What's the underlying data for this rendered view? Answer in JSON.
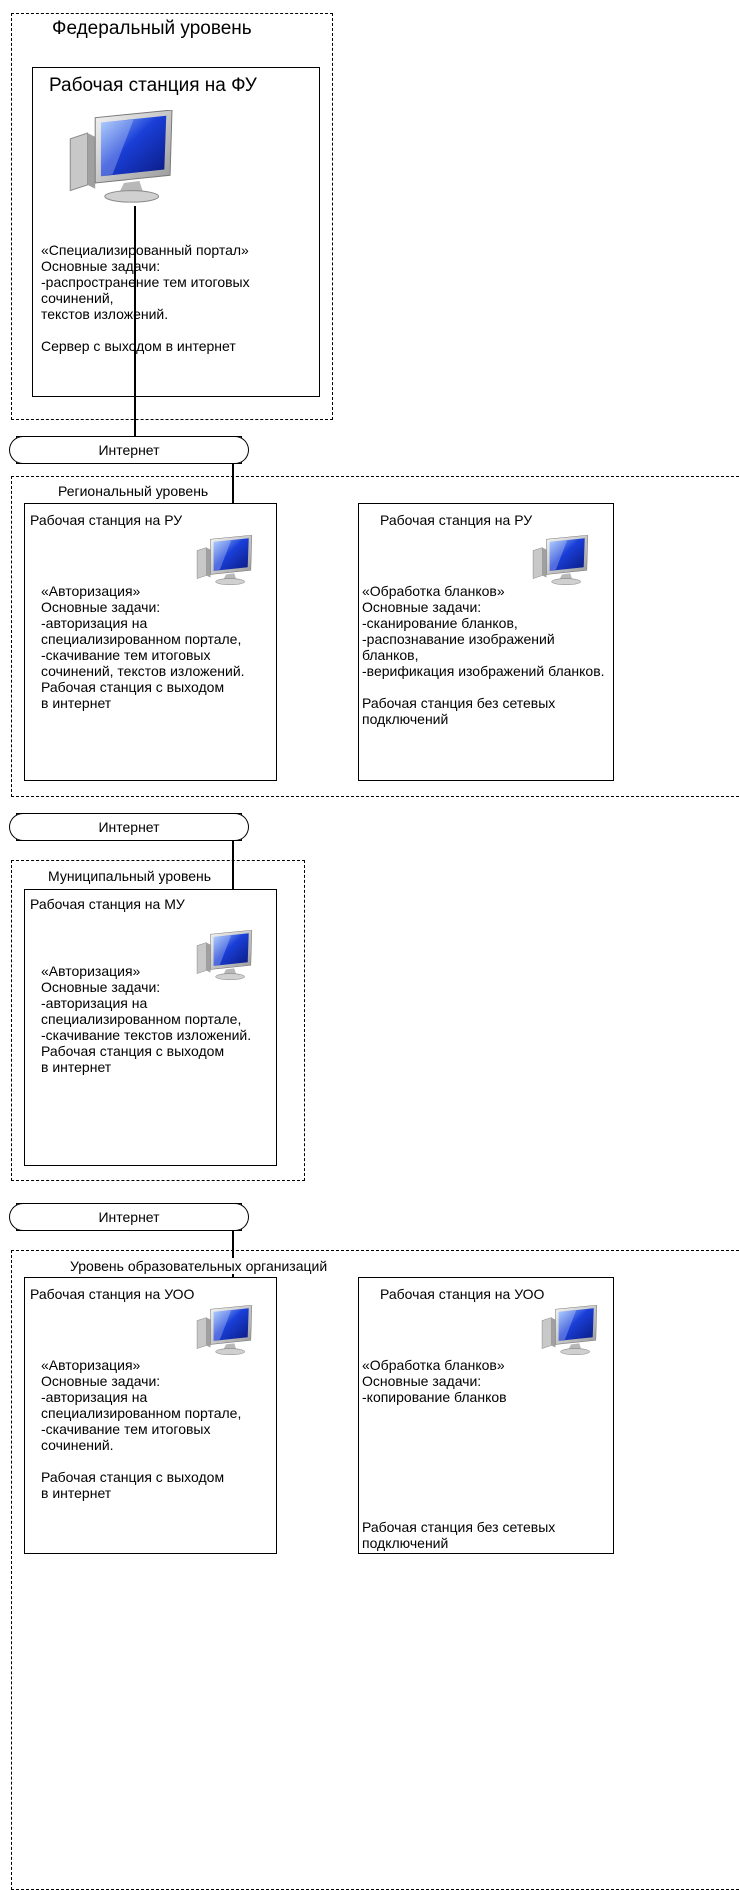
{
  "federal": {
    "title": "Федеральный уровень",
    "ws_title": "Рабочая станция на ФУ",
    "text": "«Специализированный портал»\nОсновные задачи:\n-распространение тем итоговых сочинений,\nтекстов изложений.\n\nСервер с выходом в интернет"
  },
  "internet_1": "Интернет",
  "regional": {
    "title": "Региональный уровень",
    "ws1_title": "Рабочая станция на РУ",
    "ws1_text": "«Авторизация»\nОсновные задачи:\n-авторизация на специализированном портале,\n-скачивание тем итоговых сочинений, текстов изложений.\nРабочая станция с выходом\n в интернет",
    "ws2_title": "Рабочая станция на РУ",
    "ws2_text": "«Обработка бланков»\nОсновные задачи:\n-сканирование бланков,\n-распознавание изображений бланков,\n-верификация изображений бланков.\n\nРабочая станция без сетевых подключений"
  },
  "internet_2": "Интернет",
  "municipal": {
    "title": "Муниципальный уровень",
    "ws_title": "Рабочая станция на МУ",
    "text": "«Авторизация»\nОсновные задачи:\n-авторизация на специализированном портале,\n-скачивание текстов изложений.\nРабочая станция с выходом\n в интернет"
  },
  "internet_3": "Интернет",
  "edu": {
    "title": "Уровень образовательных организаций",
    "ws1_title": "Рабочая станция на УОО",
    "ws1_text": "«Авторизация»\nОсновные задачи:\n-авторизация на специализированном портале,\n-скачивание тем итоговых сочинений.\n\nРабочая станция с выходом\n в интернет",
    "ws2_title": "Рабочая станция на УОО",
    "ws2_text": "«Обработка бланков»\nОсновные задачи:\n-копирование бланков",
    "ws2_footer": "Рабочая станция без сетевых подключений"
  }
}
